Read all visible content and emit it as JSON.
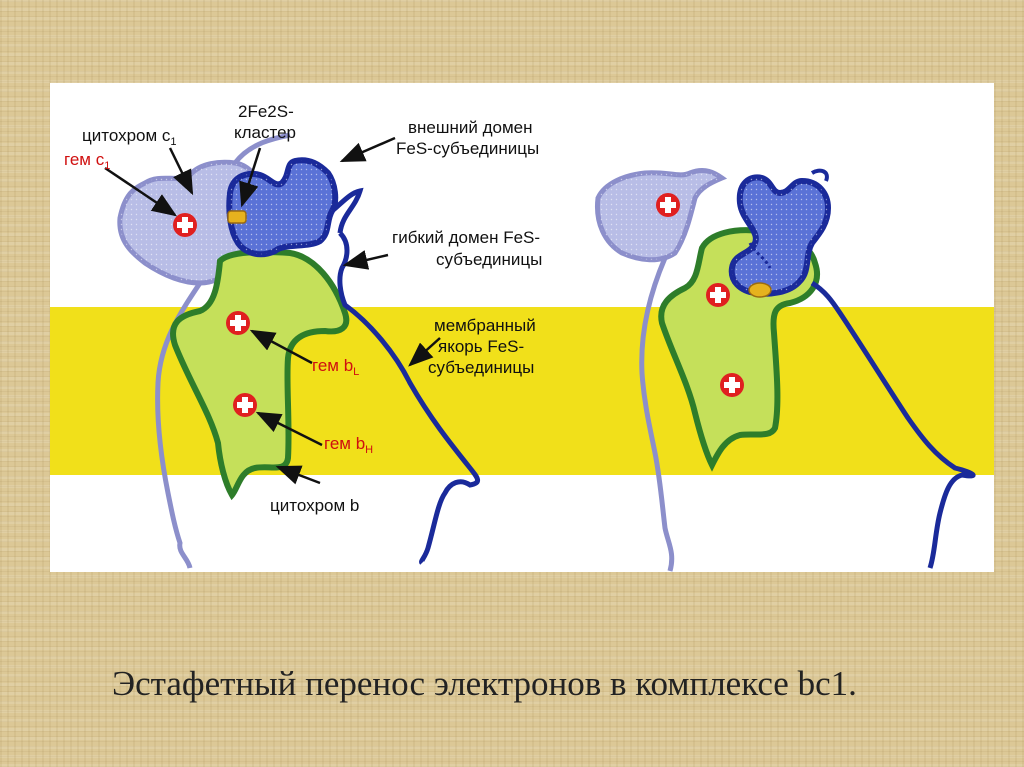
{
  "labels": {
    "cytochrome_c1": "цитохром c",
    "cytochrome_c1_sub": "1",
    "cluster_line1": "2Fe2S-",
    "cluster_line2": "кластер",
    "heme_c1": "гем c",
    "heme_c1_sub": "1",
    "outer_domain_line1": "внешний домен",
    "outer_domain_line2": "FeS-субъединицы",
    "flexible_domain_line1": "гибкий домен FeS-",
    "flexible_domain_line2": "субъединицы",
    "anchor_line1": "мембранный",
    "anchor_line2": "якорь FeS-",
    "anchor_line3": "субъединицы",
    "heme_bl": "гем b",
    "heme_bl_sub": "L",
    "heme_bh": "гем b",
    "heme_bh_sub": "H",
    "cytochrome_b": "цитохром b"
  },
  "caption": "Эстафетный перенос электронов в комплексе bc1.",
  "colors": {
    "membrane": "#f1e01a",
    "cytochrome_b_fill": "#c5e05a",
    "cytochrome_b_outline": "#2e7d2a",
    "cytochrome_c1_fill": "#b8bde6",
    "cytochrome_c1_outline": "#8c8fcb",
    "fes_fill": "#5a72d6",
    "fes_outline": "#1a2a9a",
    "heme": "#e02020",
    "cluster": "#e6b21e",
    "label_red": "#d01010"
  }
}
